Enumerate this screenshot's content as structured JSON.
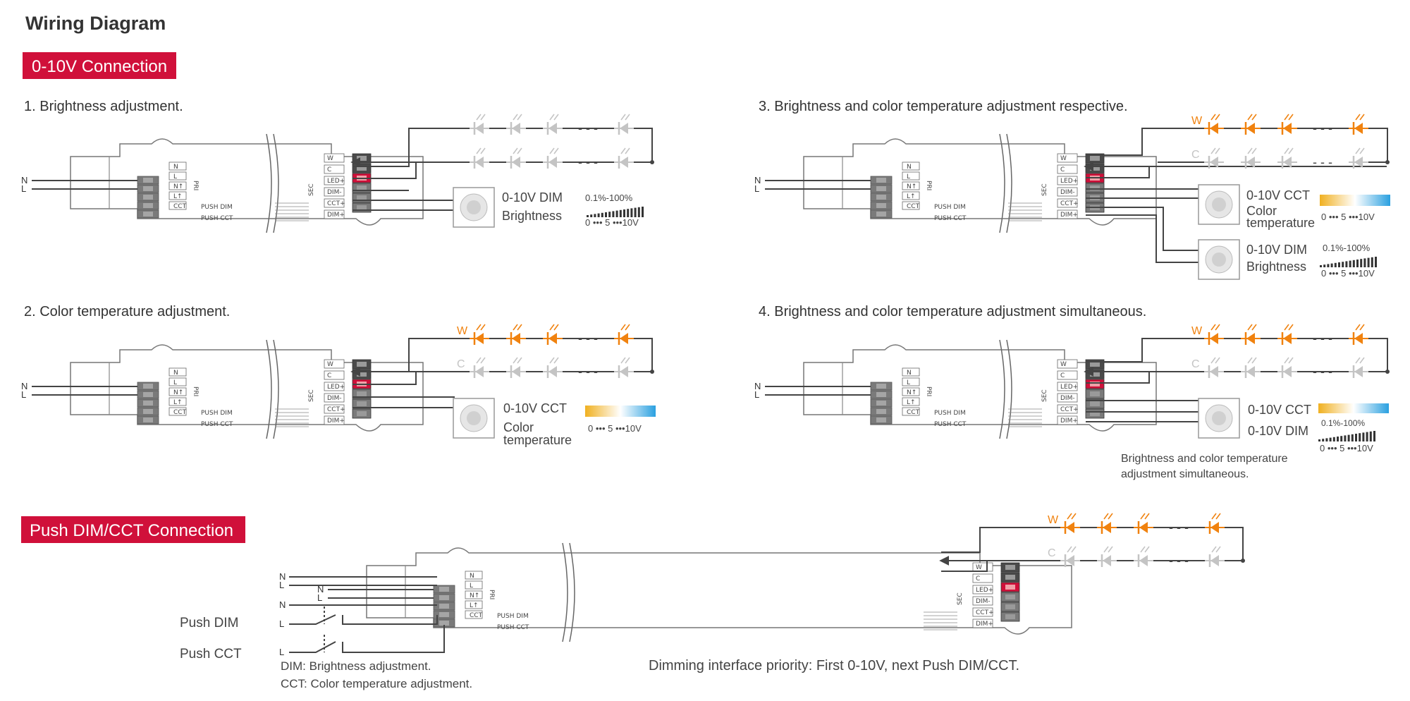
{
  "page": {
    "title": "Wiring Diagram"
  },
  "banners": {
    "zero_ten": "0-10V Connection",
    "push": "Push DIM/CCT Connection"
  },
  "colors": {
    "banner": "#d0103a",
    "warm_led": "#f0820f",
    "cool_led": "#c4c4c4",
    "wire": "#444444",
    "cct_gradient_start": "#f0b020",
    "cct_gradient_end": "#2aa0e0",
    "led_plus_terminal": "#d0103a"
  },
  "driver": {
    "pri_label": "PRI",
    "sec_label": "SEC",
    "input_terminals": [
      "N",
      "L",
      "N↑",
      "L↑",
      "CCT"
    ],
    "output_terminals": [
      "W",
      "C",
      "LED+",
      "DIM-",
      "CCT+",
      "DIM+"
    ],
    "line_labels": [
      "N",
      "L"
    ],
    "push_dim_text": "PUSH DIM",
    "push_cct_text": "PUSH CCT"
  },
  "led_labels": {
    "warm": "W",
    "cool": "C",
    "ellipsis": "- - -"
  },
  "sections": {
    "s1": {
      "heading": "1. Brightness adjustment.",
      "dimmer": {
        "line1": "0-10V DIM",
        "line2": "Brightness"
      },
      "scale": {
        "range": "0.1%-100%",
        "ticks": "0 ••• 5 •••10V"
      }
    },
    "s2": {
      "heading": "2. Color temperature adjustment.",
      "dimmer": {
        "line1": "0-10V CCT",
        "line2": "Color",
        "line3": "temperature"
      },
      "scale": {
        "ticks": "0 ••• 5 •••10V"
      }
    },
    "s3": {
      "heading": "3. Brightness and color temperature adjustment respective.",
      "dimmer_cct": {
        "line1": "0-10V CCT",
        "line2": "Color",
        "line3": "temperature"
      },
      "scale_cct": {
        "ticks": "0 ••• 5 •••10V"
      },
      "dimmer_dim": {
        "line1": "0-10V DIM",
        "line2": "Brightness"
      },
      "scale_dim": {
        "range": "0.1%-100%",
        "ticks": "0 ••• 5 •••10V"
      }
    },
    "s4": {
      "heading": "4. Brightness and color temperature adjustment simultaneous.",
      "dimmer": {
        "line1": "0-10V CCT",
        "line2": "0-10V DIM"
      },
      "scale": {
        "range": "0.1%-100%",
        "ticks": "0 ••• 5 •••10V"
      },
      "caption_line1": "Brightness and color temperature",
      "caption_line2": "adjustment simultaneous."
    },
    "push": {
      "push_dim_label": "Push DIM",
      "push_cct_label": "Push CCT",
      "wire_labels": [
        "N",
        "L",
        "N",
        "L",
        "L"
      ],
      "legend_dim": "DIM: Brightness adjustment.",
      "legend_cct": "CCT: Color temperature adjustment.",
      "priority_note": "Dimming interface priority: First 0-10V, next Push DIM/CCT."
    }
  }
}
